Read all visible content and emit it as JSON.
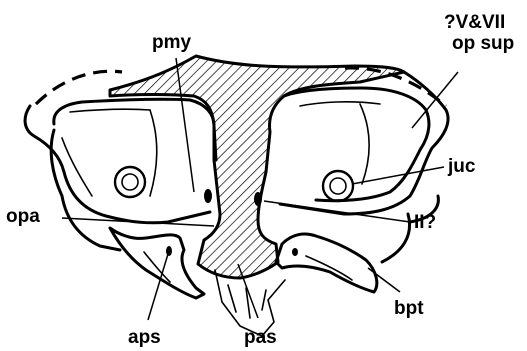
{
  "labels": {
    "pmy": "pmy",
    "v_vii": "?V&VII",
    "op_sup": "op sup",
    "juc": "juc",
    "opa": "opa",
    "ii": "II?",
    "aps": "aps",
    "pas": "pas",
    "bpt": "bpt"
  },
  "colors": {
    "line": "#000000",
    "background": "#ffffff"
  }
}
